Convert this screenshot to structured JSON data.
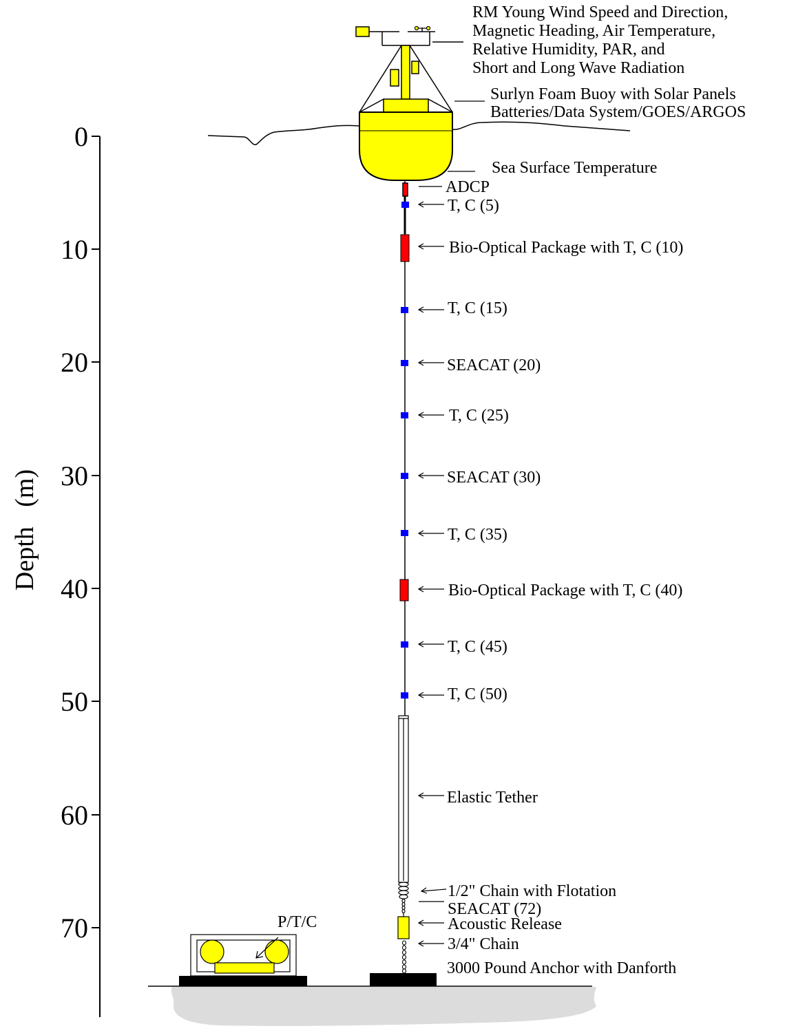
{
  "colors": {
    "buoy": "#ffff00",
    "instrument_ct": "#0000ff",
    "instrument_bio": "#ff0000",
    "seafloor": "#dcdcdc",
    "outline": "#000000"
  },
  "axis": {
    "title": "Depth   (m)",
    "ticks": [
      "0",
      "10",
      "20",
      "30",
      "40",
      "50",
      "60",
      "70"
    ]
  },
  "top_labels": [
    "RM Young Wind Speed and Direction,",
    "Magnetic Heading, Air Temperature,",
    "Relative Humidity, PAR, and",
    "Short and Long Wave Radiation",
    "Surlyn Foam Buoy with Solar Panels",
    "Batteries/Data System/GOES/ARGOS",
    "Sea Surface Temperature"
  ],
  "callouts": {
    "adcp": "ADCP",
    "tc5": "T, C (5)",
    "bio10": "Bio-Optical Package with T, C (10)",
    "tc15": "T, C (15)",
    "seacat20": "SEACAT (20)",
    "tc25": "T, C (25)",
    "seacat30": "SEACAT (30)",
    "tc35": "T, C (35)",
    "bio40": "Bio-Optical Package with T, C (40)",
    "tc45": "T, C (45)",
    "tc50": "T, C (50)",
    "elastic": "Elastic Tether",
    "chain_half": "1/2\" Chain with Flotation",
    "seacat72": "SEACAT (72)",
    "release": "Acoustic Release",
    "chain_34": "3/4\" Chain",
    "anchor": "3000 Pound Anchor with Danforth",
    "ptc": "P/T/C"
  }
}
